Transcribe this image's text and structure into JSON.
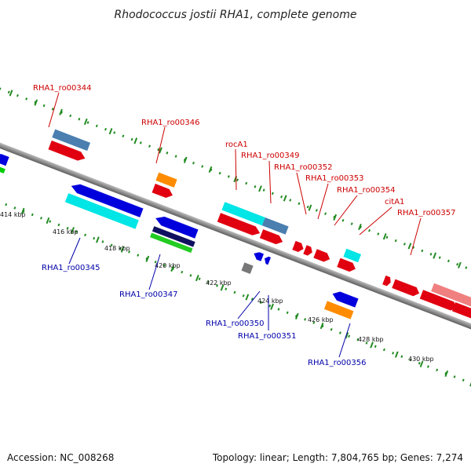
{
  "title": "Rhodococcus jostii RHA1, complete genome",
  "footer": {
    "accession": "Accession: NC_008268",
    "topology": "Topology: linear; Length: 7,804,765 bp; Genes: 7,274"
  },
  "colors": {
    "forward_label": "#cc0000",
    "reverse_label": "#0000aa",
    "backbone": "#7a7a7a",
    "dots": "#228b22"
  },
  "tick_labels": [
    "414 kbp",
    "416 kbp",
    "418 kbp",
    "420 kbp",
    "422 kbp",
    "424 kbp",
    "426 kbp",
    "428 kbp",
    "430 kbp"
  ],
  "labels": {
    "forward": [
      "RHA1_ro00344",
      "RHA1_ro00346",
      "rocA1",
      "RHA1_ro00349",
      "RHA1_ro00352",
      "RHA1_ro00353",
      "RHA1_ro00354",
      "citA1",
      "RHA1_ro00357"
    ],
    "reverse": [
      "RHA1_ro00345",
      "RHA1_ro00347",
      "RHA1_ro00350",
      "RHA1_ro00351",
      "RHA1_ro00356"
    ]
  }
}
